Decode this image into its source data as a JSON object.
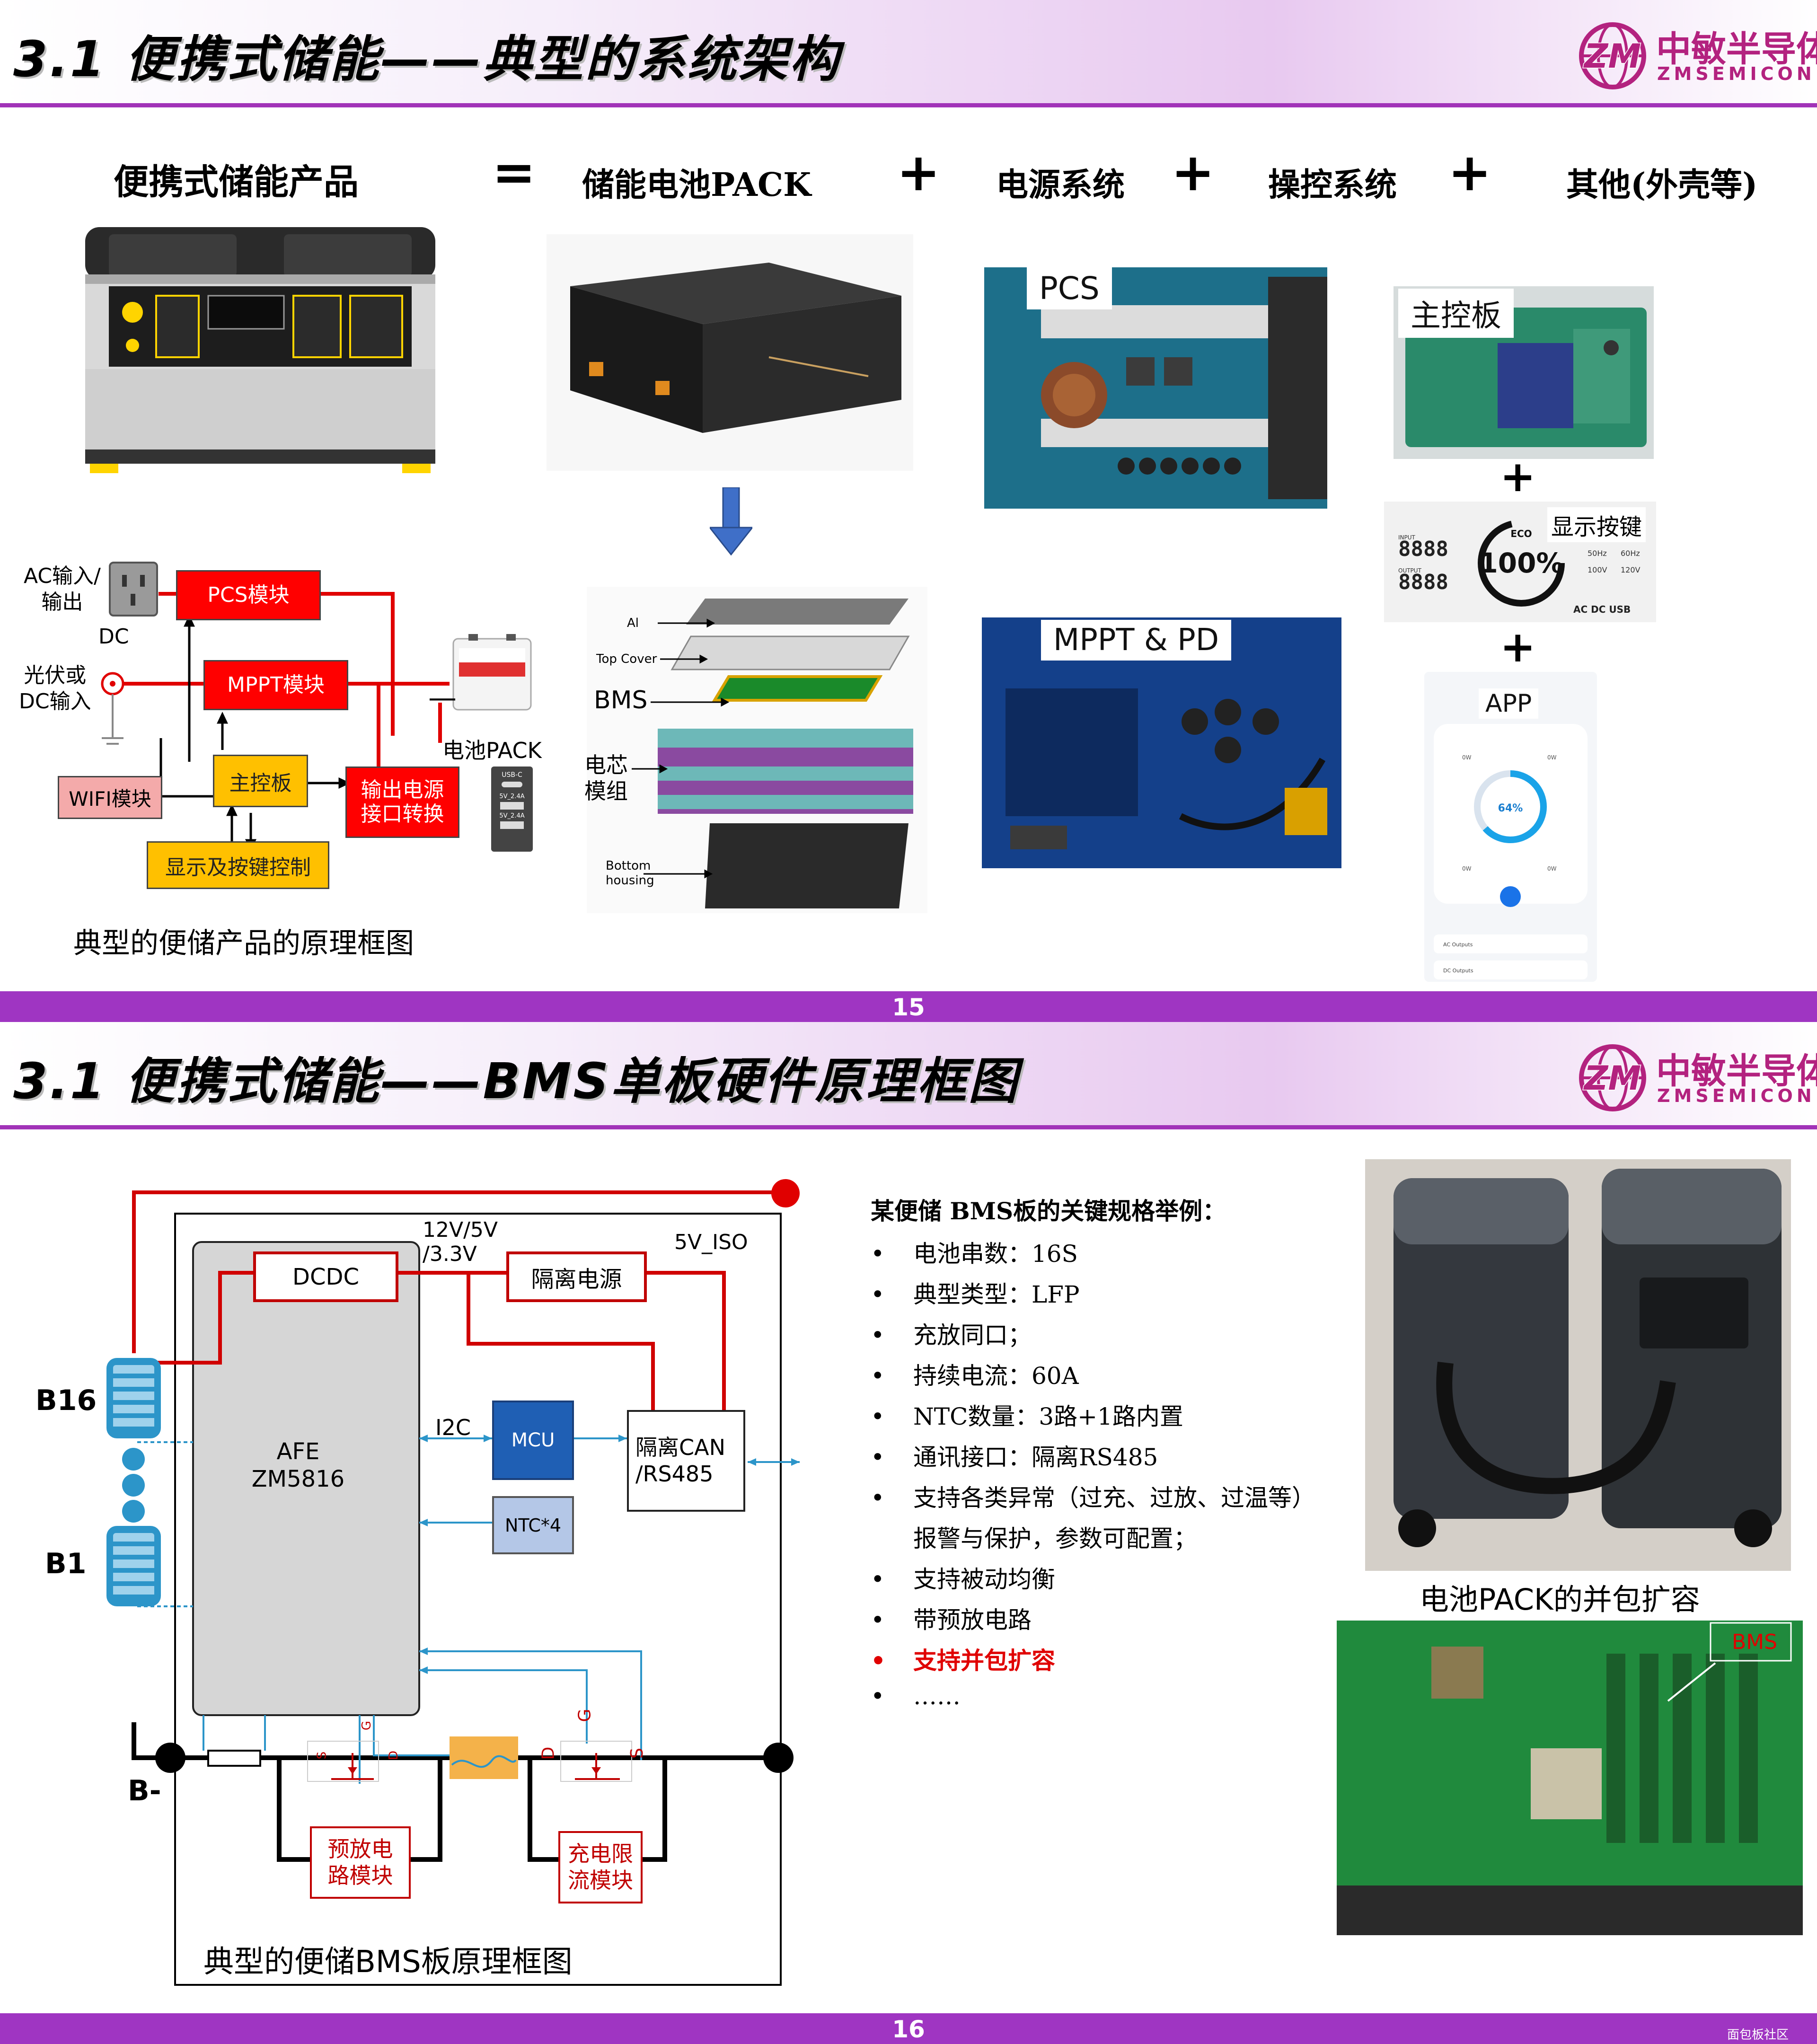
{
  "slide1": {
    "title": "3.1  便携式储能——典型的系统架构",
    "logo": {
      "cn": "中敏半导体",
      "en": "ZMSEMICON",
      "mark": "ZM"
    },
    "equation": {
      "product": "便携式储能产品",
      "eq": "=",
      "pack": "储能电池PACK",
      "plus": "+",
      "power": "电源系统",
      "control": "操控系统",
      "other": "其他(外壳等)"
    },
    "diagram": {
      "ac_label": "AC输入/\n输出",
      "dc_label": "DC",
      "pv_label": "光伏或\nDC输入",
      "pcs": "PCS模块",
      "mppt": "MPPT模块",
      "main": "主控板",
      "wifi": "WIFI模块",
      "output": "输出电源\n接口转换",
      "display": "显示及按键控制",
      "battery": "电池PACK",
      "usb": "USB-C",
      "usb_a1": "5V_2.4A",
      "usb_a2": "5V_2.4A",
      "caption": "典型的便储产品的原理框图"
    },
    "exploded": {
      "al": "Al",
      "top_cover": "Top Cover",
      "bms": "BMS",
      "cell": "电芯\n模组",
      "bottom": "Bottom\nhousing"
    },
    "photos": {
      "pcs": "PCS",
      "mppt": "MPPT & PD",
      "main_board": "主控板",
      "display": "显示按键",
      "app": "APP"
    },
    "lcd": {
      "digits": "8888",
      "percent": "100%",
      "eco": "ECO",
      "hz1": "50Hz",
      "hz2": "60Hz",
      "v1": "100V",
      "v2": "120V",
      "ports": "AC  DC  USB",
      "input": "INPUT",
      "output": "OUTPUT"
    },
    "app": {
      "percent": "64%",
      "w1": "0W",
      "w2": "0W",
      "w3": "0W",
      "w4": "0W",
      "ac_out": "AC Outputs",
      "dc_out": "DC Outputs"
    },
    "page": "15"
  },
  "slide2": {
    "title": "3.1  便携式储能——BMS单板硬件原理框图",
    "logo": {
      "cn": "中敏半导体",
      "en": "ZMSEMICON",
      "mark": "ZM"
    },
    "diagram": {
      "dcdc": "DCDC",
      "rail": "12V/5V\n/3.3V",
      "iso_power": "隔离电源",
      "iso_5v": "5V_ISO",
      "afe": "AFE\nZM5816",
      "i2c": "I2C",
      "mcu": "MCU",
      "can": "隔离CAN\n/RS485",
      "ntc": "NTC*4",
      "b16": "B16",
      "b1": "B1",
      "bminus": "B-",
      "s": "S",
      "g": "G",
      "d": "D",
      "predischarge": "预放电\n路模块",
      "charge_limit": "充电限\n流模块",
      "caption": "典型的便储BMS板原理框图"
    },
    "specs": {
      "title": "某便储 BMS板的关键规格举例：",
      "items": [
        {
          "dot": "•",
          "text": "电池串数：16S"
        },
        {
          "dot": "•",
          "text": "典型类型：LFP"
        },
        {
          "dot": "•",
          "text": "充放同口；"
        },
        {
          "dot": "•",
          "text": "持续电流：60A"
        },
        {
          "dot": "•",
          "text": "NTC数量：3路+1路内置"
        },
        {
          "dot": "•",
          "text": "通讯接口：隔离RS485"
        },
        {
          "dot": "•",
          "text": "支持各类异常（过充、过放、过温等）"
        },
        {
          "dot": "",
          "text": "报警与保护，参数可配置；"
        },
        {
          "dot": "•",
          "text": "支持被动均衡"
        },
        {
          "dot": "•",
          "text": "带预放电路"
        },
        {
          "dot": "•",
          "text": "支持并包扩容"
        },
        {
          "dot": "•",
          "text": "……"
        }
      ]
    },
    "photo_caption": "电池PACK的并包扩容",
    "bms_tag": "BMS",
    "page": "16"
  },
  "watermark": "面包板社区",
  "colors": {
    "accent": "#9f35c2",
    "red": "#ff0000",
    "yellow": "#ffc000",
    "brand": "#b3227f",
    "mcu": "#1f5fb4",
    "ntc": "#b4c7e7"
  }
}
